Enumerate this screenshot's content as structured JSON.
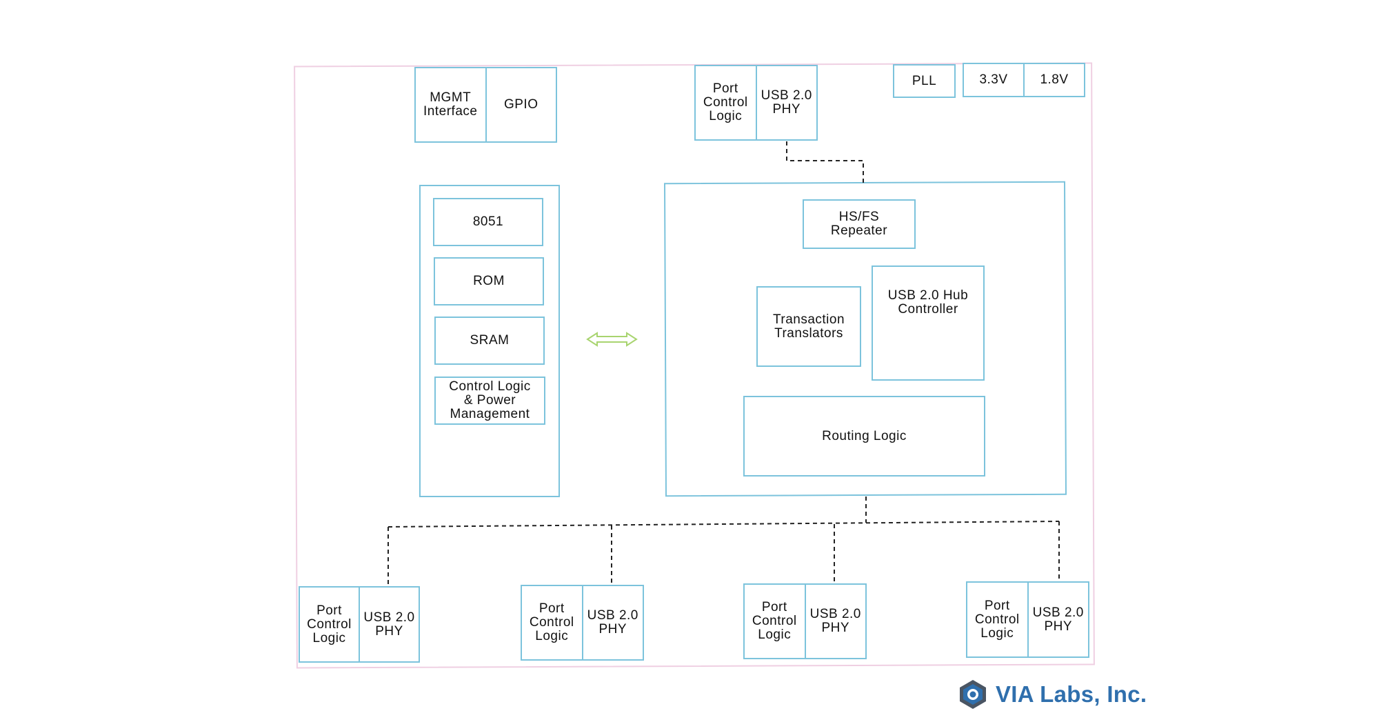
{
  "top": {
    "mgmt_interface": "MGMT\nInterface",
    "gpio": "GPIO",
    "port_control_logic": "Port\nControl\nLogic",
    "usb_phy": "USB 2.0\nPHY",
    "pll": "PLL",
    "v33": "3.3V",
    "v18": "1.8V"
  },
  "mcu": {
    "cpu": "8051",
    "rom": "ROM",
    "sram": "SRAM",
    "control": "Control Logic\n& Power\nManagement"
  },
  "hub": {
    "repeater": "HS/FS\nRepeater",
    "tt": "Transaction\nTranslators",
    "controller": "USB 2.0 Hub\nController",
    "routing": "Routing Logic"
  },
  "downstream_ports": [
    {
      "control": "Port\nControl\nLogic",
      "phy": "USB 2.0\nPHY"
    },
    {
      "control": "Port\nControl\nLogic",
      "phy": "USB 2.0\nPHY"
    },
    {
      "control": "Port\nControl\nLogic",
      "phy": "USB 2.0\nPHY"
    },
    {
      "control": "Port\nControl\nLogic",
      "phy": "USB 2.0\nPHY"
    }
  ],
  "brand": {
    "name": "VIA Labs, Inc.",
    "color": "#2f6fad",
    "icon": "via-labs-logo-icon"
  },
  "colors": {
    "block_border": "#7cc3dc",
    "chip_border": "#efcfe2",
    "arrow": "#a8d46f"
  }
}
